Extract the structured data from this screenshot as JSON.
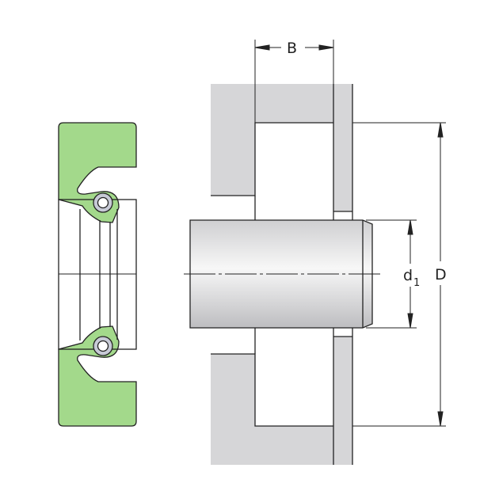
{
  "labels": {
    "width": "B",
    "outer_diameter": "D",
    "shaft_diameter_main": "d",
    "shaft_diameter_sub": "1"
  },
  "colors": {
    "seal_green": "#a3d98b",
    "housing_gray": "#d6d6d8",
    "spring_gray": "#c7cad6",
    "line": "#222222"
  }
}
